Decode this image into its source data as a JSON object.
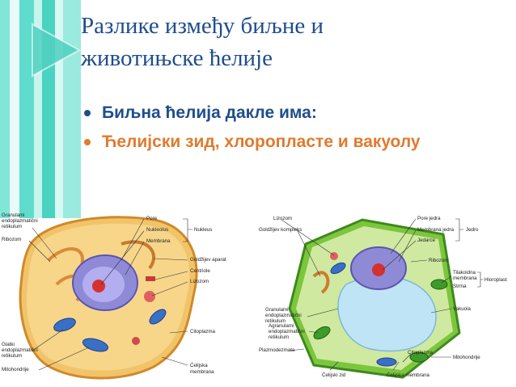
{
  "slide": {
    "title_line1": "Разлике између биљне и",
    "title_line2": "животињске ћелије",
    "bullets": [
      "Биљна ћелија дакле има:",
      "Ћелијски зид, хлоропласте и вакуолу"
    ]
  },
  "animal_cell": {
    "labels": {
      "granular_er": [
        "Granulami",
        "endoplazmatični",
        "retikulum"
      ],
      "ribosome": "Ribozom",
      "pore": "Pore",
      "nucleolus": "Nukleolus",
      "membrane": "Membrana",
      "nucleus": "Nukleus",
      "golgi": "Goldžijev aparat",
      "centriole": "Centriole",
      "lysosome": "Lizozom",
      "cytoplasm": "Citoplazma",
      "smooth_er": [
        "Glatki",
        "endoplazmatični",
        "retikulum"
      ],
      "mitochondria": "Mitohondrije",
      "cell_membrane": [
        "Ćelijska",
        "membrana"
      ]
    }
  },
  "plant_cell": {
    "labels": {
      "lysosome": "Lizozom",
      "golgi": "Goldžijev kompleks",
      "nuclear_pore": "Pore jedra",
      "nuclear_membrane": "Membrana jedra",
      "nucleolus": "Jedarce",
      "nucleus": "Jedro",
      "ribosome": "Ribozom",
      "thylakoid": [
        "Tilakoidna",
        "membrana"
      ],
      "stroma": "Strma",
      "chloroplast": "Hloroplast",
      "granular_er": [
        "Granulami",
        "endoplazmatični",
        "retikulum"
      ],
      "agranular_er": [
        "Agranulami",
        "endoplazmatični",
        "retikulum"
      ],
      "plasmodesmata": "Plazmodezmata",
      "vacuole": "Vakuola",
      "cytoplasm": "Citoplazma",
      "mitochondria": "Mitohondrije",
      "cell_wall": "Ćelijski zid",
      "cell_membrane": "Ćelijska membrana"
    }
  }
}
